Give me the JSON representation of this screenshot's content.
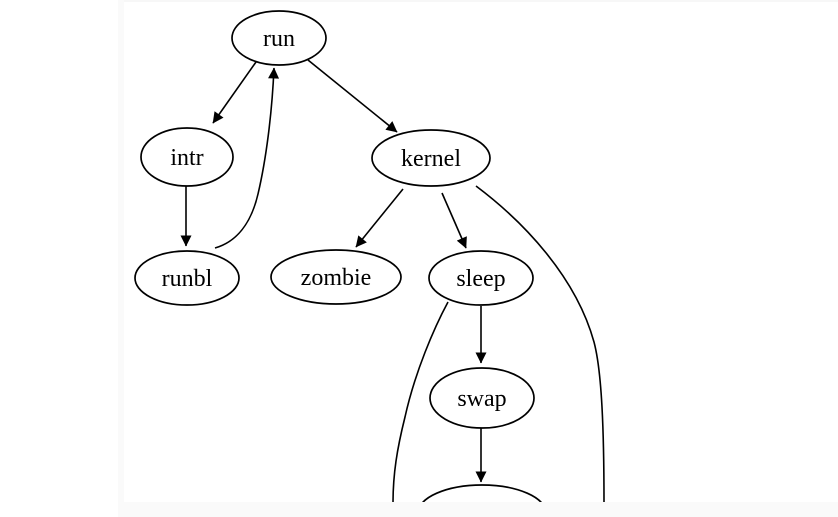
{
  "page": {
    "background_color": "#ffffff",
    "frame_color": "#fafafa"
  },
  "diagram": {
    "type": "directed-graph",
    "description": "Process state transition graph, Graphviz style; bottom node and two long edges are cut off at the lower canvas edge",
    "stroke_color": "#000000",
    "text_color": "#000000",
    "node_fill": "#ffffff",
    "nodes": [
      {
        "id": "run",
        "label": "run"
      },
      {
        "id": "intr",
        "label": "intr"
      },
      {
        "id": "kernel",
        "label": "kernel"
      },
      {
        "id": "runbl",
        "label": "runbl"
      },
      {
        "id": "zombie",
        "label": "zombie"
      },
      {
        "id": "sleep",
        "label": "sleep"
      },
      {
        "id": "swap",
        "label": "swap"
      },
      {
        "id": "partial-bottom",
        "label": ""
      }
    ],
    "edges": [
      {
        "from": "run",
        "to": "intr",
        "arrowhead": true
      },
      {
        "from": "run",
        "to": "kernel",
        "arrowhead": true
      },
      {
        "from": "intr",
        "to": "runbl",
        "arrowhead": true
      },
      {
        "from": "runbl",
        "to": "run",
        "arrowhead": true
      },
      {
        "from": "kernel",
        "to": "zombie",
        "arrowhead": true
      },
      {
        "from": "kernel",
        "to": "sleep",
        "arrowhead": true
      },
      {
        "from": "kernel",
        "to": "offscreen-bottom-right",
        "arrowhead": false
      },
      {
        "from": "sleep",
        "to": "swap",
        "arrowhead": true
      },
      {
        "from": "sleep",
        "to": "offscreen-bottom-left",
        "arrowhead": false
      },
      {
        "from": "swap",
        "to": "partial-bottom",
        "arrowhead": true
      }
    ]
  }
}
